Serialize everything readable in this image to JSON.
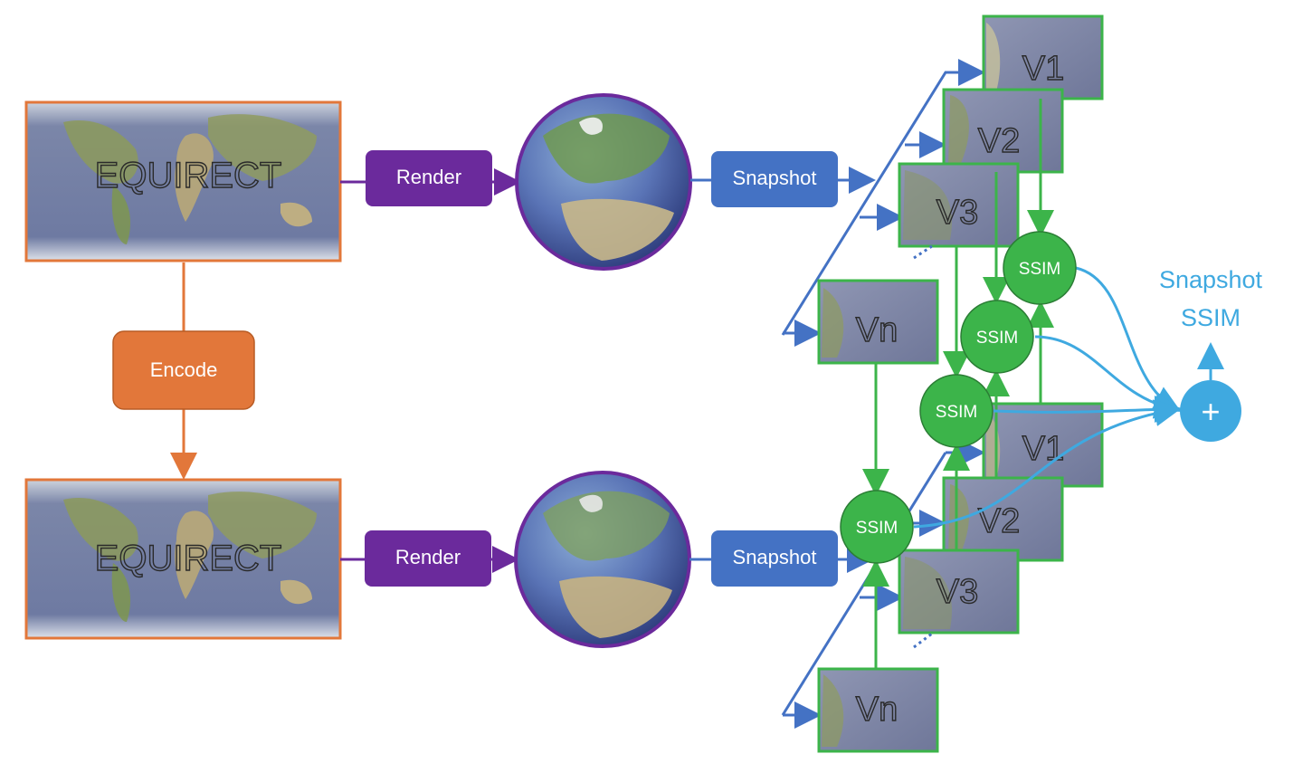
{
  "equirect": {
    "top_label": "EQUIRECT",
    "bottom_label": "EQUIRECT"
  },
  "steps": {
    "encode": "Encode",
    "render_top": "Render",
    "render_bottom": "Render",
    "snapshot_top": "Snapshot",
    "snapshot_bottom": "Snapshot"
  },
  "views_top": [
    "V1",
    "V2",
    "V3",
    "Vn"
  ],
  "views_bottom": [
    "V1",
    "V2",
    "V3",
    "Vn"
  ],
  "ssim_nodes": [
    "SSIM",
    "SSIM",
    "SSIM",
    "SSIM"
  ],
  "output": {
    "sum_symbol": "+",
    "label_line1": "Snapshot",
    "label_line2": "SSIM"
  },
  "colors": {
    "orange": "#e2773a",
    "purple": "#6b2a9c",
    "blue": "#4472c4",
    "green": "#3cb44a",
    "light_blue": "#3fa9e0"
  }
}
